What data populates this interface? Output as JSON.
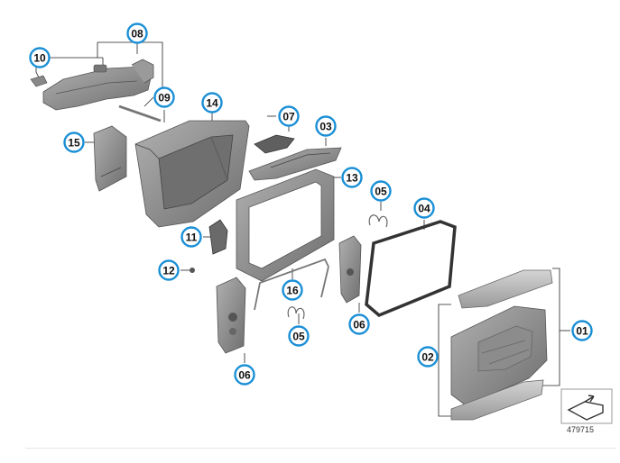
{
  "diagram": {
    "id_number": "479715",
    "callout_color": "#1a8fd6",
    "part_color": "#8a8a8a",
    "callouts": [
      {
        "key": "c08",
        "label": "08"
      },
      {
        "key": "c10",
        "label": "10"
      },
      {
        "key": "c09",
        "label": "09"
      },
      {
        "key": "c14",
        "label": "14"
      },
      {
        "key": "c15",
        "label": "15"
      },
      {
        "key": "c07",
        "label": "07"
      },
      {
        "key": "c03",
        "label": "03"
      },
      {
        "key": "c13",
        "label": "13"
      },
      {
        "key": "c05a",
        "label": "05"
      },
      {
        "key": "c04",
        "label": "04"
      },
      {
        "key": "c11",
        "label": "11"
      },
      {
        "key": "c12",
        "label": "12"
      },
      {
        "key": "c16",
        "label": "16"
      },
      {
        "key": "c05b",
        "label": "05"
      },
      {
        "key": "c06a",
        "label": "06"
      },
      {
        "key": "c06b",
        "label": "06"
      },
      {
        "key": "c02",
        "label": "02"
      },
      {
        "key": "c01",
        "label": "01"
      }
    ]
  }
}
